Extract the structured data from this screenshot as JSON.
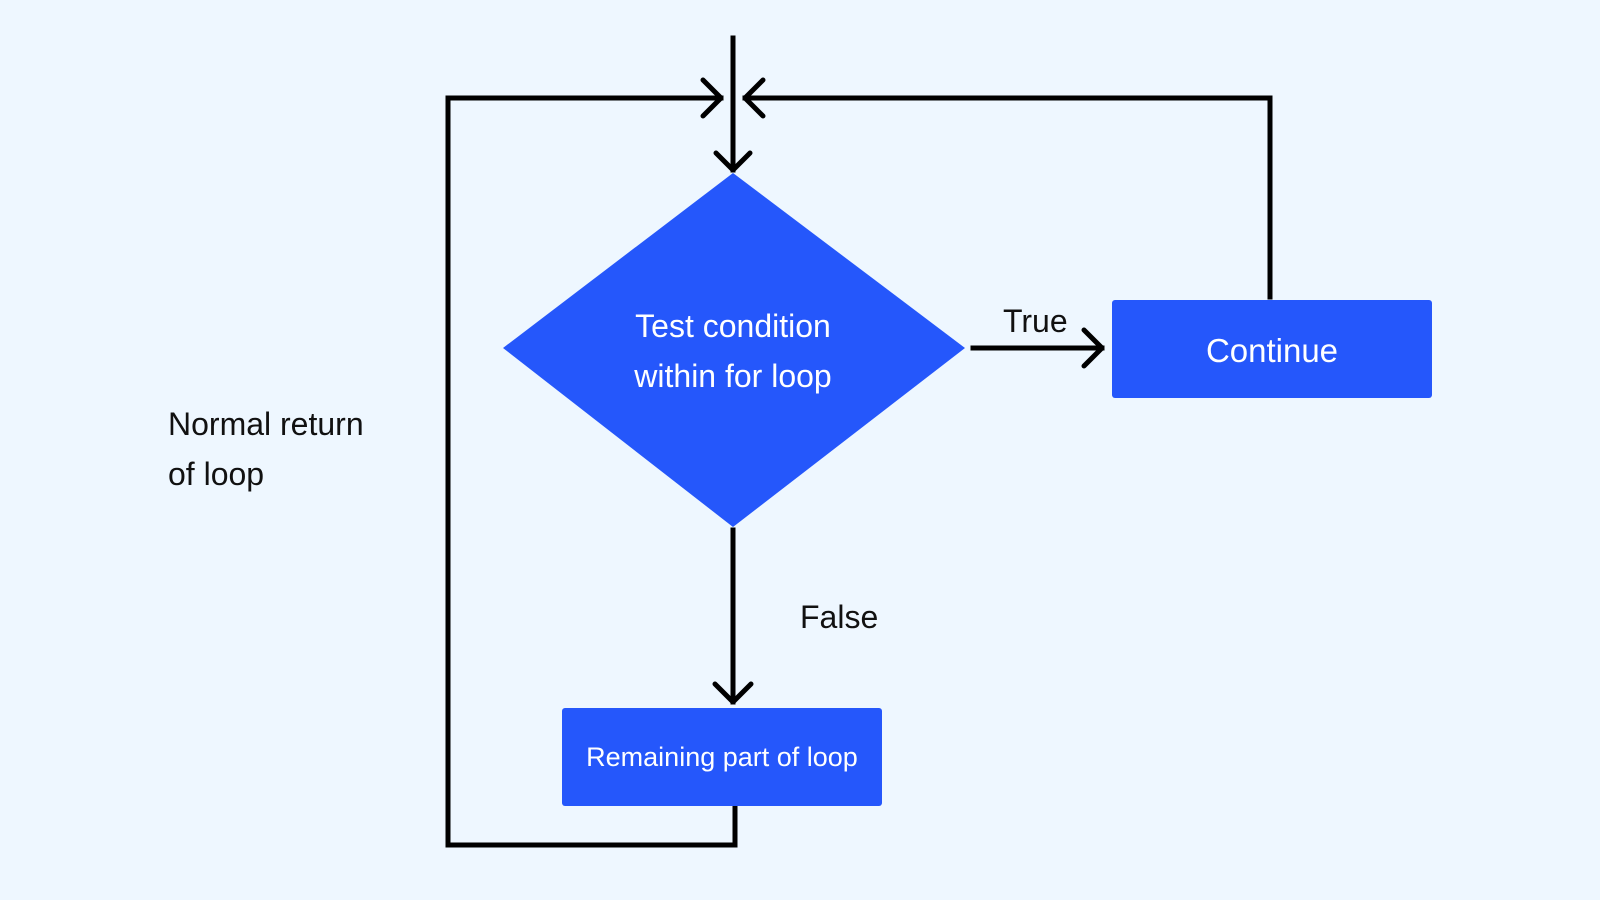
{
  "colors": {
    "background": "#eef7ff",
    "node_fill": "#2557fb",
    "node_text": "#ffffff",
    "edge": "#000000",
    "label_text": "#111111"
  },
  "nodes": {
    "decision": {
      "shape": "diamond",
      "line1": "Test condition",
      "line2": "within for loop"
    },
    "continue": {
      "shape": "rectangle",
      "label": "Continue"
    },
    "remaining": {
      "shape": "rectangle",
      "label": "Remaining part of loop"
    }
  },
  "edges": [
    {
      "from": "entry",
      "to": "decision"
    },
    {
      "from": "decision",
      "to": "continue",
      "label": "True"
    },
    {
      "from": "decision",
      "to": "remaining",
      "label": "False"
    },
    {
      "from": "continue",
      "to": "decision"
    },
    {
      "from": "remaining",
      "to": "decision",
      "label": "Normal return of loop"
    }
  ],
  "labels": {
    "true_label": "True",
    "false_label": "False",
    "normal_return_line1": "Normal return",
    "normal_return_line2": "of loop"
  }
}
